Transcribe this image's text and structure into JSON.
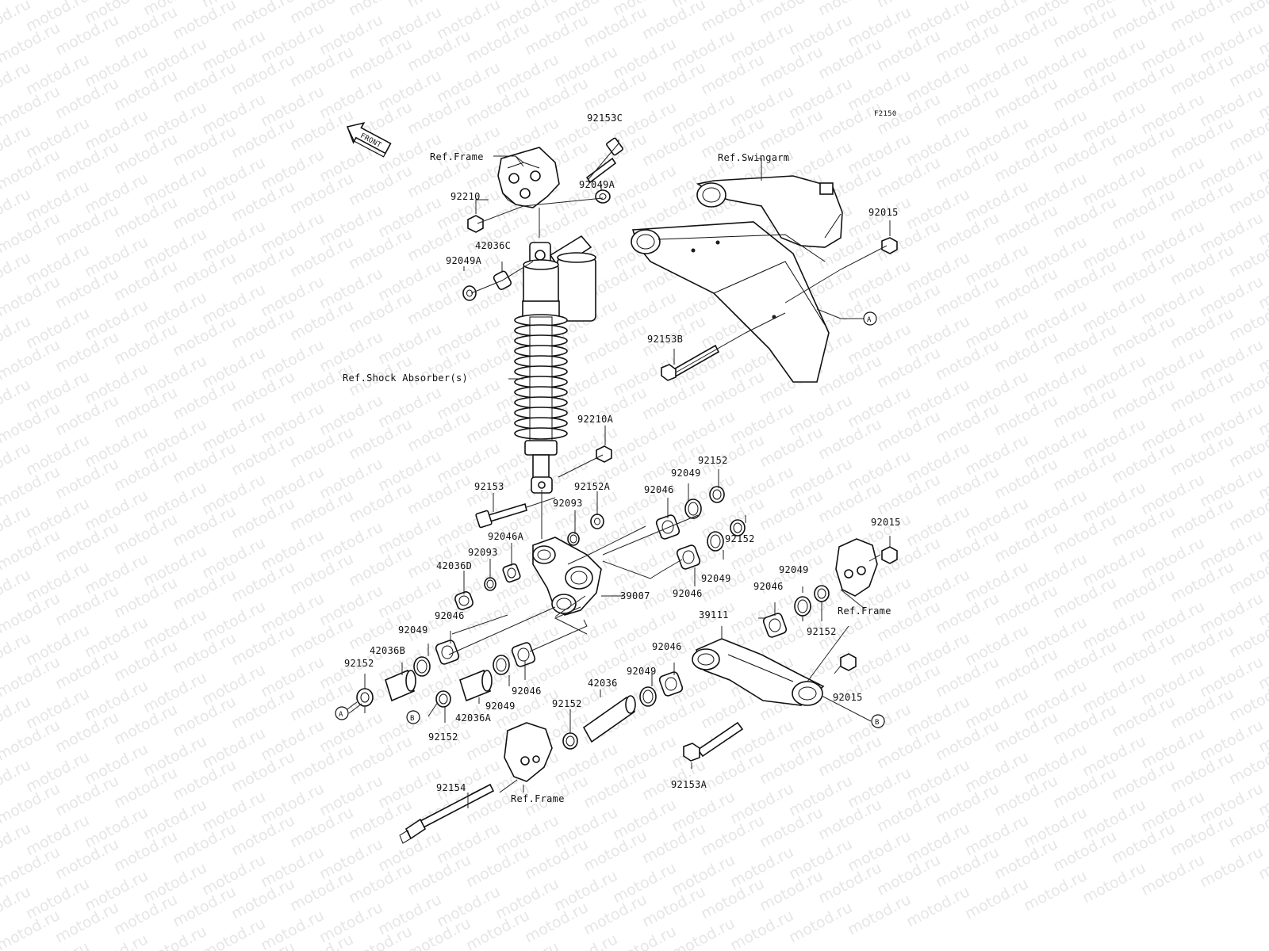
{
  "diagram_code": "F2150",
  "watermark_text": "motod.ru",
  "front_label": "FRONT",
  "refs": {
    "frame_top": "Ref.Frame",
    "swingarm": "Ref.Swingarm",
    "shock": "Ref.Shock Absorber(s)",
    "frame_right": "Ref.Frame",
    "frame_bottom": "Ref.Frame"
  },
  "markers": {
    "a": "A",
    "b": "B"
  },
  "parts": {
    "p92153C": "92153C",
    "p92049A_top": "92049A",
    "p92210": "92210",
    "p42036C": "42036C",
    "p92049A_left": "92049A",
    "p92015_top": "92015",
    "p92153B": "92153B",
    "p92210A": "92210A",
    "p92152_top": "92152",
    "p92049_top": "92049",
    "p92046_top": "92046",
    "p92152A": "92152A",
    "p92153": "92153",
    "p92093_top": "92093",
    "p92046A": "92046A",
    "p92093_left": "92093",
    "p42036D": "42036D",
    "p39007": "39007",
    "p92152_mid": "92152",
    "p92049_mid": "92049",
    "p92046_mid": "92046",
    "p92015_right": "92015",
    "p92049_right": "92049",
    "p92046_right": "92046",
    "p92152_right": "92152",
    "p39111": "39111",
    "p92046_left": "92046",
    "p92049_left": "92049",
    "p42036B": "42036B",
    "p92152_left": "92152",
    "p92046_c2": "92046",
    "p92049_c2": "92049",
    "p42036A": "42036A",
    "p92152_b": "92152",
    "p92049_c3": "92049",
    "p92046_c3": "92046",
    "p42036": "42036",
    "p92152_c3": "92152",
    "p92015_bottom": "92015",
    "p92154": "92154",
    "p92153A": "92153A"
  }
}
